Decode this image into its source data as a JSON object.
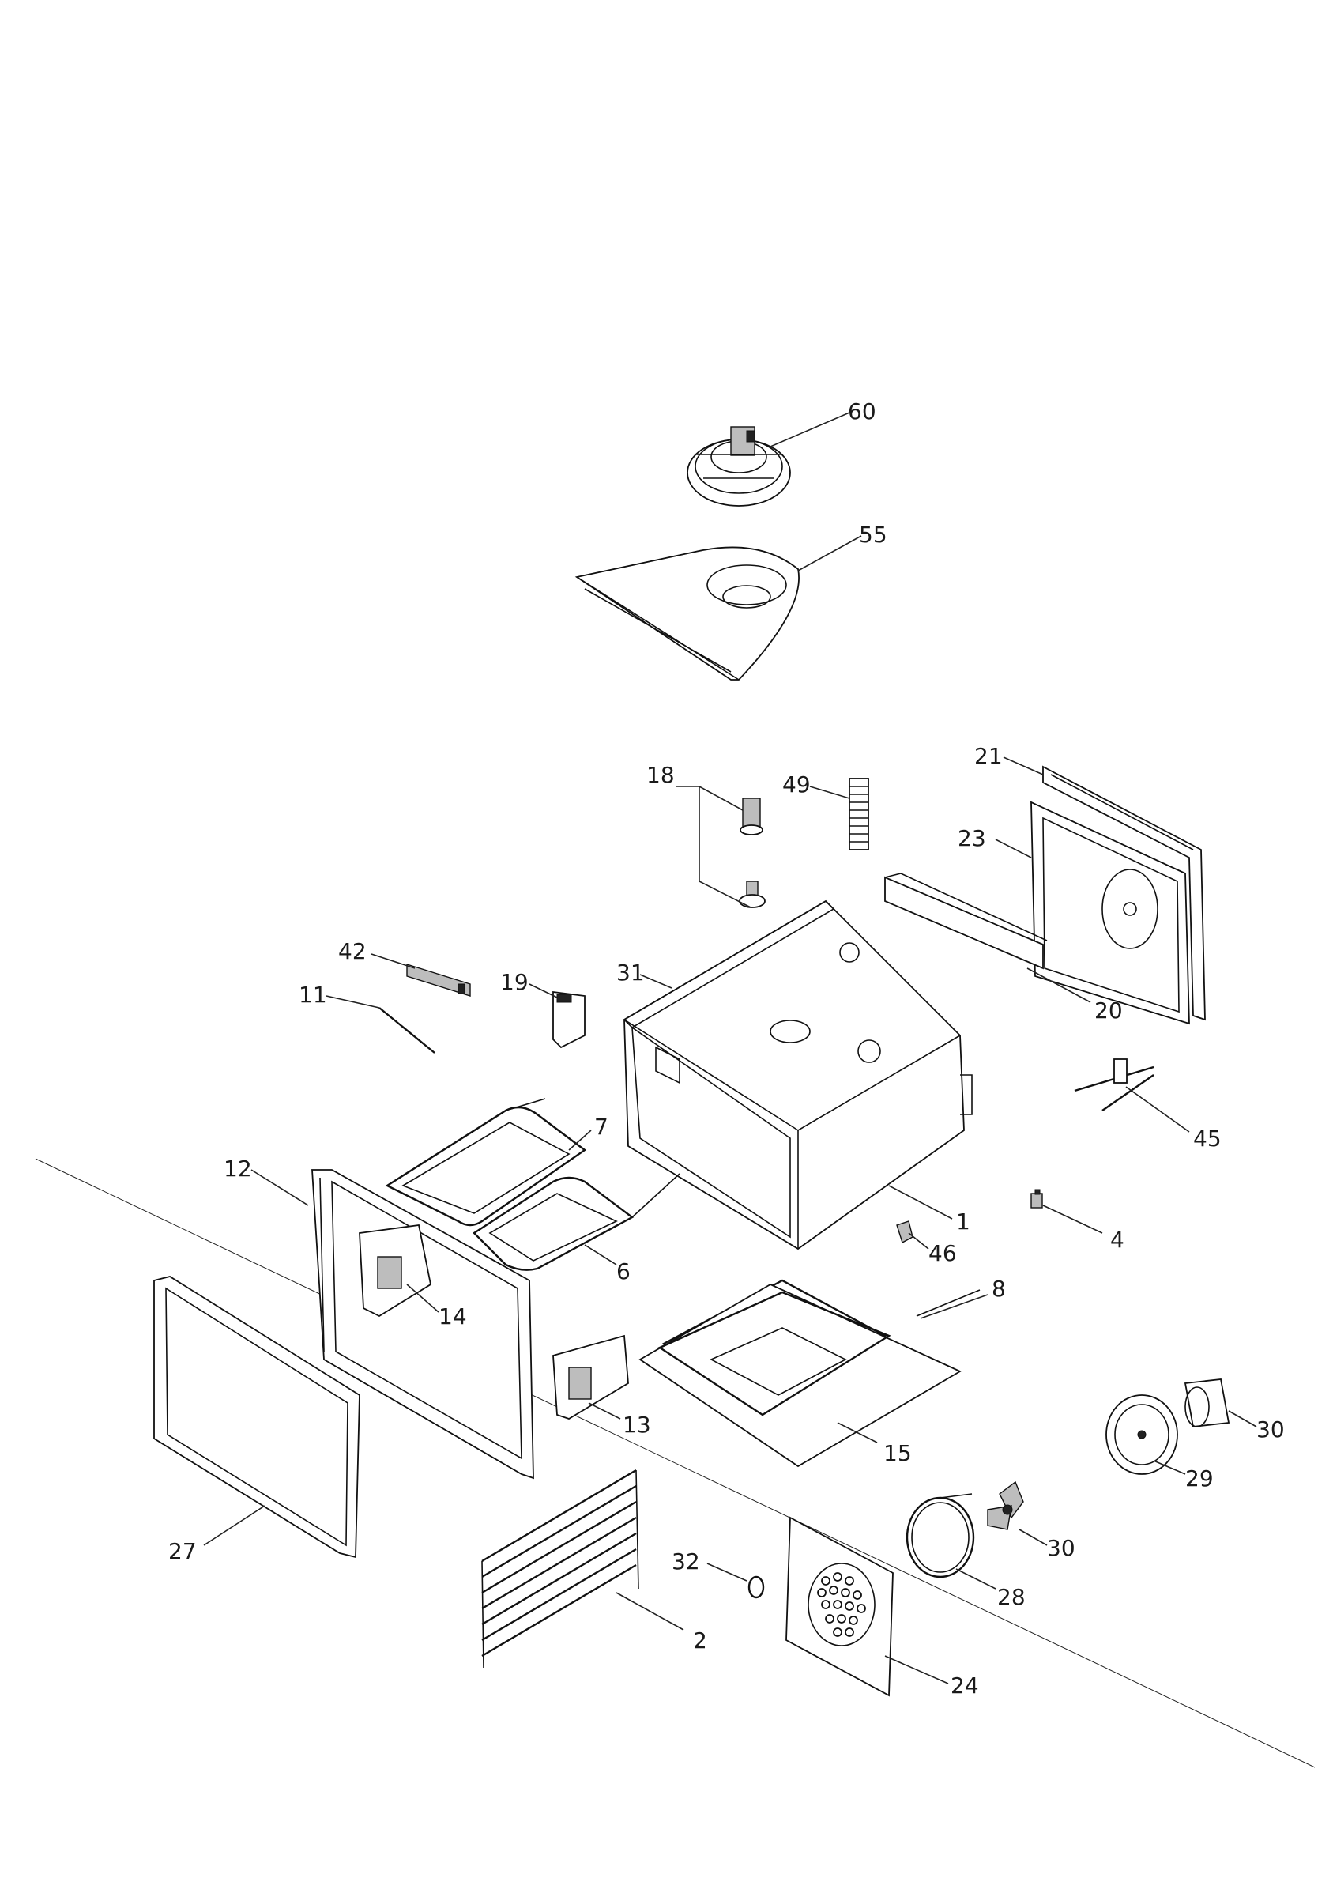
{
  "labels": {
    "p60": "60",
    "p55": "55",
    "p18": "18",
    "p49": "49",
    "p21": "21",
    "p23": "23",
    "p42": "42",
    "p19": "19",
    "p31": "31",
    "p11": "11",
    "p20": "20",
    "p45": "45",
    "p7": "7",
    "p12": "12",
    "p1": "1",
    "p4": "4",
    "p46": "46",
    "p6": "6",
    "p8": "8",
    "p14": "14",
    "p13": "13",
    "p30a": "30",
    "p15": "15",
    "p29": "29",
    "p30b": "30",
    "p27": "27",
    "p32": "32",
    "p28": "28",
    "p2": "2",
    "p24": "24"
  }
}
